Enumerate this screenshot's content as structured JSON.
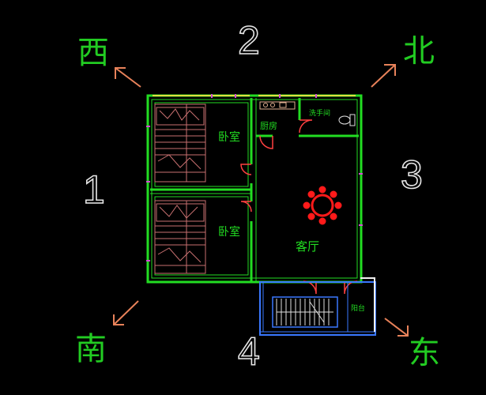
{
  "directions": {
    "west": "西",
    "north": "北",
    "south": "南",
    "east": "东"
  },
  "numbers": {
    "n1": "1",
    "n2": "2",
    "n3": "3",
    "n4": "4"
  },
  "rooms": {
    "bedroom_top": "卧室",
    "bedroom_bottom": "卧室",
    "kitchen": "厨房",
    "bathroom": "洗手间",
    "living_room": "客厅",
    "balcony": "阳台"
  },
  "colors": {
    "background": "#000000",
    "walls": "#22dd22",
    "direction_text": "#22cc22",
    "numbers": "#e6e6e6",
    "arrows": "#e8825a",
    "furniture": "#c87070",
    "stair": "#3a78ff",
    "table": "#ff1a1a",
    "door": "#d24bd2",
    "north_wall_accent": "#e0e040"
  }
}
